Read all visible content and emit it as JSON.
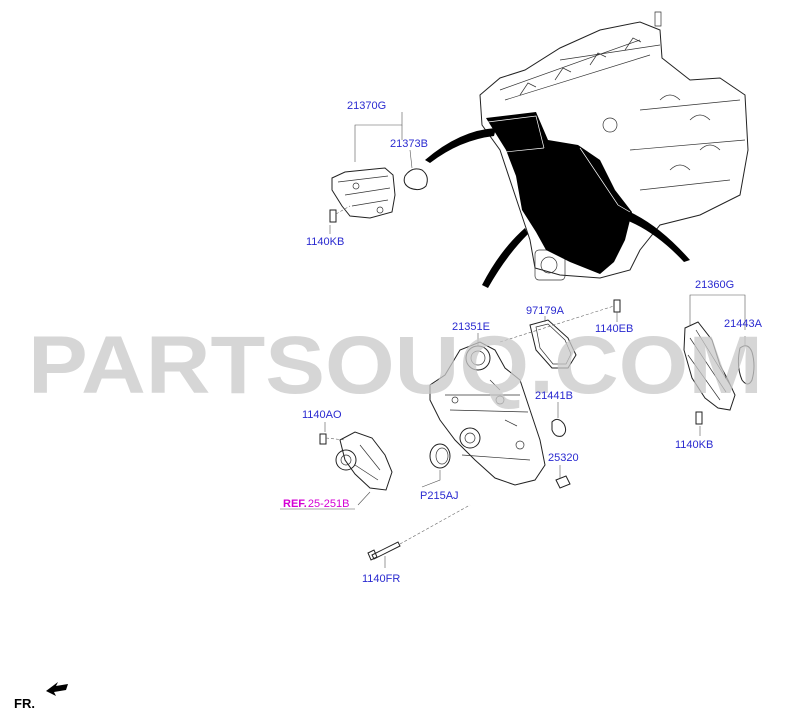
{
  "watermark": "PARTSOUQ.COM",
  "labels": {
    "p21370G": "21370G",
    "p21373B": "21373B",
    "p1140KB_left": "1140KB",
    "p21360G": "21360G",
    "p21443A": "21443A",
    "p1140KB_right": "1140KB",
    "p97179A": "97179A",
    "p1140EB": "1140EB",
    "p21351E": "21351E",
    "p21441B": "21441B",
    "p1140AO": "1140AO",
    "p25320": "25320",
    "p215AJ": "P215AJ",
    "p1140FR": "1140FR"
  },
  "ref": {
    "prefix": "REF.",
    "code": "25-251B"
  },
  "direction": {
    "label": "FR."
  },
  "colors": {
    "label": "#2a2ad0",
    "ref": "#d400d4",
    "watermark": "#c9c9c9"
  }
}
